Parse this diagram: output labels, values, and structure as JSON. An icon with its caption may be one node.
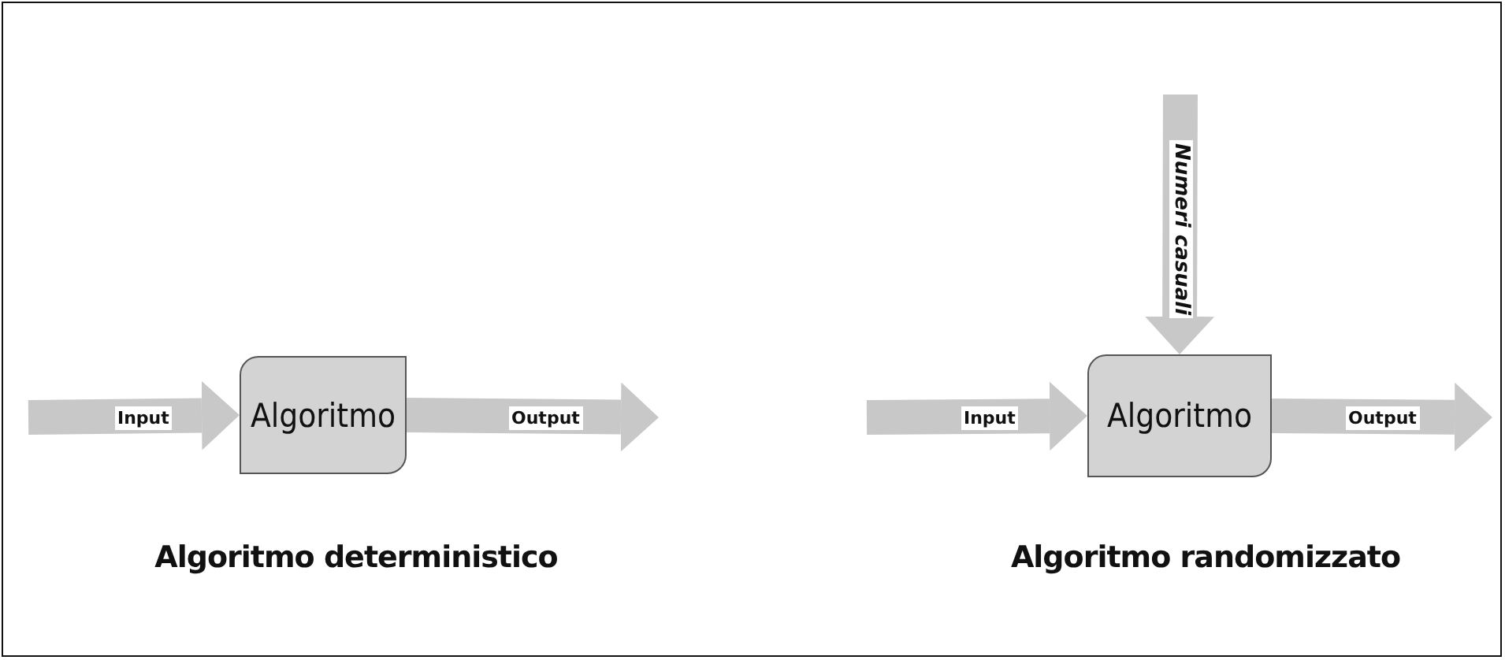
{
  "diagram": {
    "nodes": [
      {
        "text": [
          "Algoritmo"
        ]
      },
      {
        "text": [
          "Algoritmo"
        ]
      }
    ],
    "edges": [
      {
        "from": null,
        "to": 0,
        "arrow": "to",
        "label": "Input"
      },
      {
        "from": 0,
        "to": null,
        "arrow": "to",
        "label": "Output"
      },
      {
        "from": null,
        "to": 1,
        "arrow": "to",
        "label": "Input"
      },
      {
        "from": 1,
        "to": null,
        "arrow": "to",
        "label": "Output"
      },
      {
        "from": null,
        "to": 1,
        "arrow": "to",
        "label": "Numeri casuali"
      }
    ],
    "labels": [
      "Algoritmo deterministico",
      "Algoritmo randomizzato"
    ]
  }
}
